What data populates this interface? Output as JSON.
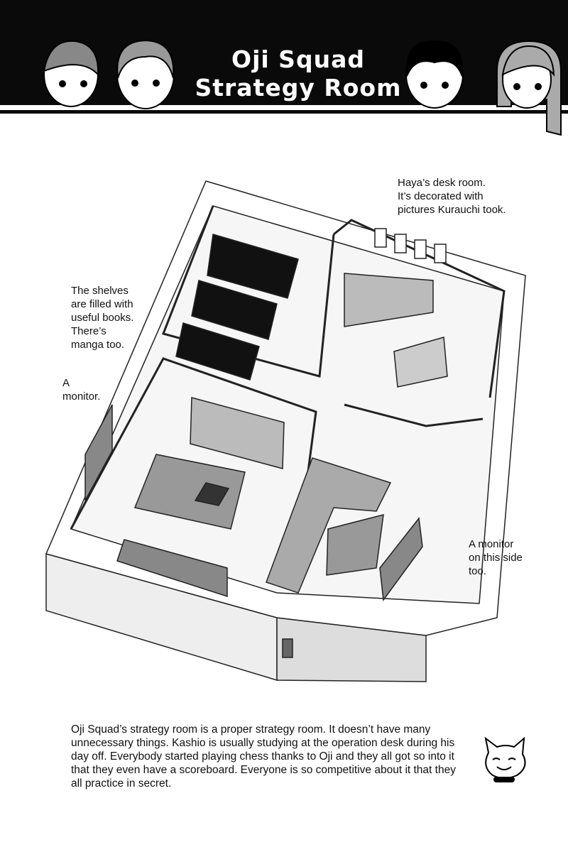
{
  "header": {
    "title_line1": "Oji Squad",
    "title_line2": "Strategy Room",
    "background_color": "#0a0a0a"
  },
  "captions": {
    "desk_room": [
      "Haya’s desk room.",
      "It’s decorated with",
      "pictures Kurauchi took."
    ],
    "shelves": [
      "The shelves",
      "are filled with",
      "useful books.",
      "There’s",
      "manga too."
    ],
    "monitor_left": [
      "A",
      "monitor."
    ],
    "monitor_right": [
      "A monitor",
      "on this side",
      "too."
    ]
  },
  "description": "Oji Squad’s strategy room is a proper strategy room. It doesn’t have many unnecessary things. Kashio is usually studying at the operation desk during his day off. Everybody started playing chess thanks to Oji and they all got so into it that they even have a scoreboard. Everyone is so competitive about it that they all practice in secret."
}
